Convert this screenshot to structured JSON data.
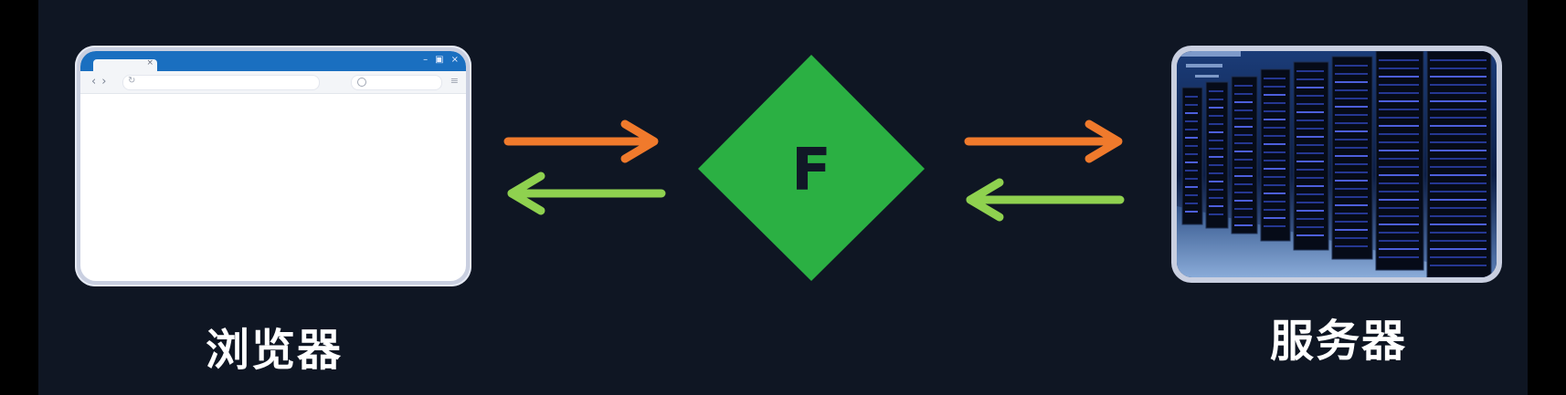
{
  "browser": {
    "label": "浏览器",
    "tab_close": "×",
    "window_controls": [
      "–",
      "▣",
      "×"
    ],
    "nav_glyphs": "‹›",
    "reload_glyph": "↻",
    "menu_glyph": "≡"
  },
  "proxy": {
    "letter": "F",
    "color": "#2bb043",
    "letter_color": "#111827"
  },
  "server": {
    "label": "服务器"
  },
  "colors": {
    "background": "#0f1623",
    "request_arrow": "#f07a2c",
    "response_arrow": "#8fd14f",
    "browser_titlebar": "#1a6fc0"
  },
  "icons": [
    "search-icon",
    "reload-icon",
    "menu-icon",
    "close-icon"
  ]
}
